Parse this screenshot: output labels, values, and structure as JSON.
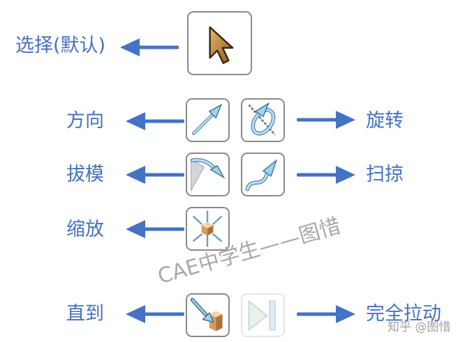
{
  "colors": {
    "label": "#4472c4",
    "arrow": "#4472c4",
    "icon_border": "#8a8a8a",
    "watermark": "#9a9a9a"
  },
  "tools": [
    {
      "id": "select",
      "label": "选择(默认)",
      "icon": "cursor-arrow-icon",
      "side": "left",
      "enabled": true
    },
    {
      "id": "direction",
      "label": "方向",
      "icon": "direction-arrow-icon",
      "side": "left",
      "enabled": true
    },
    {
      "id": "rotate",
      "label": "旋转",
      "icon": "rotate-icon",
      "side": "right",
      "enabled": true
    },
    {
      "id": "draft",
      "label": "拔模",
      "icon": "draft-icon",
      "side": "left",
      "enabled": true
    },
    {
      "id": "sweep",
      "label": "扫掠",
      "icon": "sweep-icon",
      "side": "right",
      "enabled": true
    },
    {
      "id": "scale",
      "label": "缩放",
      "icon": "scale-icon",
      "side": "left",
      "enabled": true
    },
    {
      "id": "up-to",
      "label": "直到",
      "icon": "up-to-icon",
      "side": "left",
      "enabled": true
    },
    {
      "id": "full-pull",
      "label": "完全拉动",
      "icon": "full-pull-icon",
      "side": "right",
      "enabled": false
    }
  ],
  "watermark": "CAE中学生——图惜",
  "credit": "知乎 @图惜"
}
